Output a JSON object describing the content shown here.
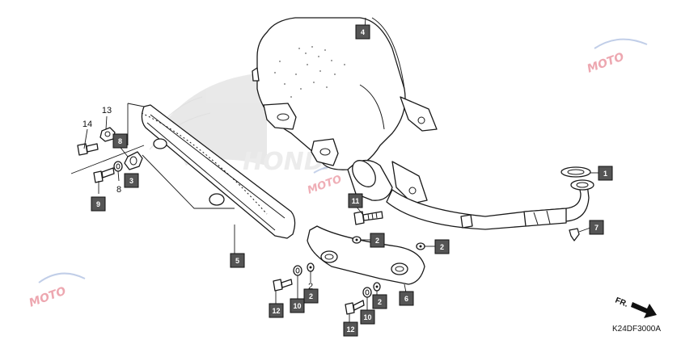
{
  "diagram": {
    "drawing_code": "K24DF3000A",
    "direction_label": "FR.",
    "watermark_text": "MOTO",
    "brand_watermark": "HONDA"
  },
  "colors": {
    "ink": "#1a1a1a",
    "box_fill": "#555555",
    "watermark_red": "#e06070",
    "watermark_blue": "#8fa7d6"
  },
  "callouts": {
    "c1": "1",
    "c2a": "2",
    "c2b": "2",
    "c2c": "2",
    "c2d": "2",
    "c2e": "2",
    "c3": "3",
    "c4": "4",
    "c5": "5",
    "c6": "6",
    "c7": "7",
    "c8box": "8",
    "c8plain": "8",
    "c9": "9",
    "c10a": "10",
    "c10b": "10",
    "c11": "11",
    "c12a": "12",
    "c12b": "12",
    "c13": "13",
    "c14": "14"
  }
}
